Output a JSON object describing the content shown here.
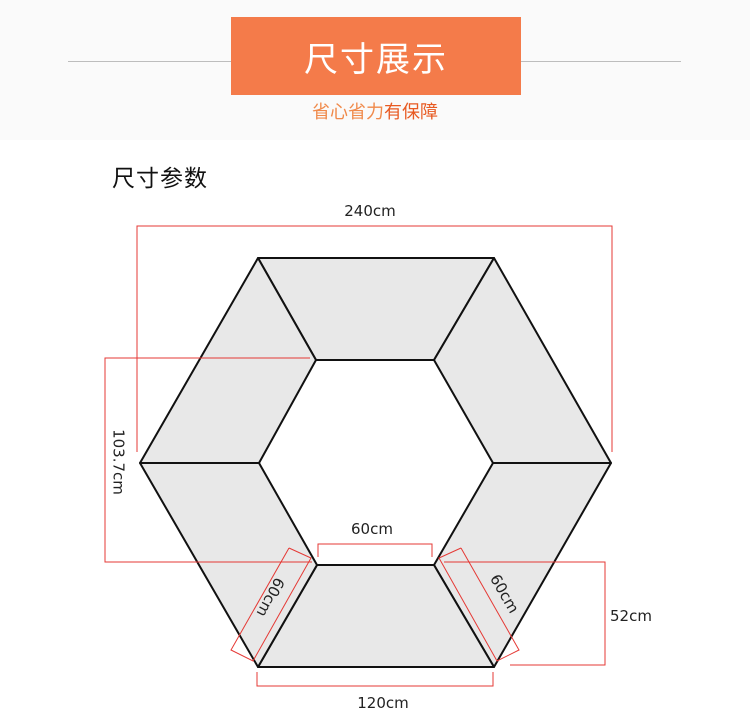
{
  "header": {
    "title": "尺寸展示",
    "subtitle_part1": "省心省力",
    "subtitle_part2": "有保障"
  },
  "section": {
    "title": "尺寸参数"
  },
  "dimensions": {
    "total_width": "240cm",
    "height": "103.7cm",
    "inner_edge": "60cm",
    "left_segment_side": "60cm",
    "right_segment_side": "60cm",
    "segment_depth": "52cm",
    "outer_edge": "120cm"
  },
  "colors": {
    "accent": "#f47b4a",
    "dimension_line": "#e53935",
    "segment_fill": "#e8e8e8",
    "segment_stroke": "#111111"
  }
}
